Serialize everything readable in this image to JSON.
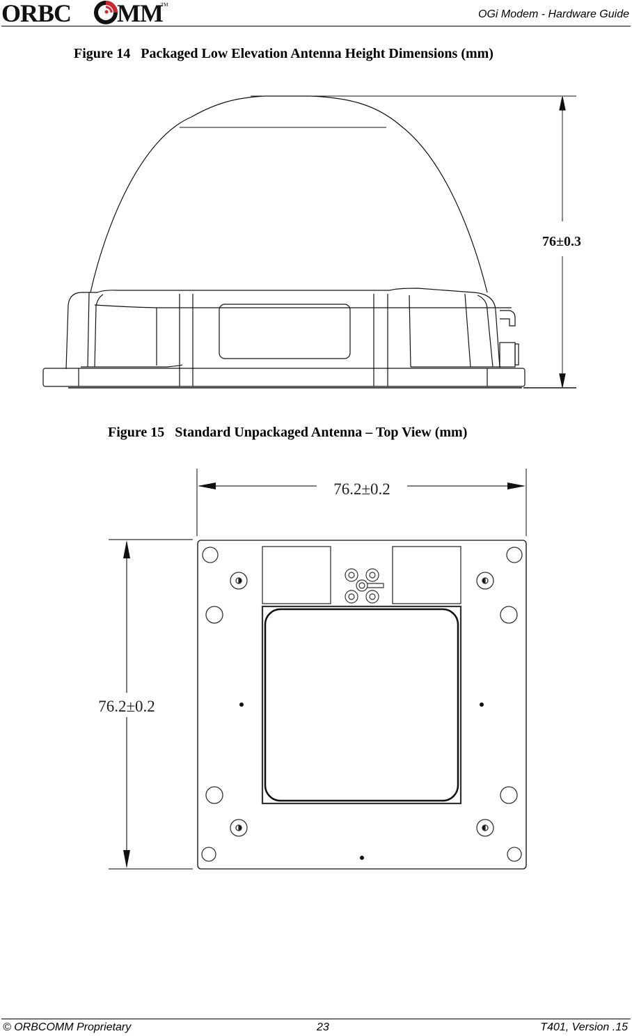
{
  "header": {
    "logo_text": "ORBCOMM",
    "logo_tm": "TM",
    "logo_accent_color": "#d0262e",
    "doc_title": "OGi Modem - Hardware Guide"
  },
  "figures": [
    {
      "caption": "Figure 14   Packaged Low Elevation Antenna Height Dimensions (mm)",
      "view": "side",
      "dimension_height": "76±0.3"
    },
    {
      "caption": "Figure 15   Standard Unpackaged Antenna – Top View (mm)",
      "view": "top",
      "dimension_width": "76.2±0.2",
      "dimension_height": "76.2±0.2"
    }
  ],
  "footer": {
    "left": "© ORBCOMM Proprietary",
    "page_number": "23",
    "right": "T401, Version .15"
  }
}
